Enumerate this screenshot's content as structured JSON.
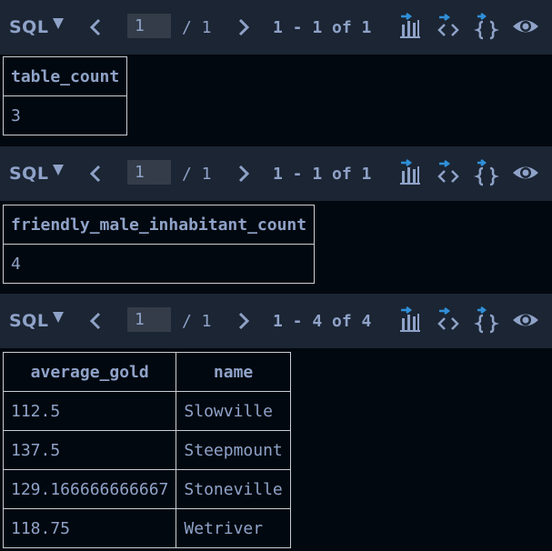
{
  "panels": [
    {
      "toolbar": {
        "sql_label": "SQL",
        "page_value": "1",
        "page_total": "/ 1",
        "range_text": "1 - 1 of 1"
      },
      "table": {
        "headers": [
          "table_count"
        ],
        "rows": [
          [
            "3"
          ]
        ]
      }
    },
    {
      "toolbar": {
        "sql_label": "SQL",
        "page_value": "1",
        "page_total": "/ 1",
        "range_text": "1 - 1 of 1"
      },
      "table": {
        "headers": [
          "friendly_male_inhabitant_count"
        ],
        "rows": [
          [
            "4"
          ]
        ]
      }
    },
    {
      "toolbar": {
        "sql_label": "SQL",
        "page_value": "1",
        "page_total": "/ 1",
        "range_text": "1 - 4 of 4"
      },
      "table": {
        "headers": [
          "average_gold",
          "name"
        ],
        "rows": [
          [
            "112.5",
            "Slowville"
          ],
          [
            "137.5",
            "Steepmount"
          ],
          [
            "129.166666666667",
            "Stoneville"
          ],
          [
            "118.75",
            "Wetriver"
          ]
        ]
      }
    }
  ],
  "icons": {
    "chart": "chart-icon",
    "code": "code-icon",
    "json": "json-icon",
    "view": "eye-icon"
  },
  "colors": {
    "background": "#02080f",
    "toolbar": "#1b2533",
    "text": "#8fa2c8",
    "accent": "#2f8fd8",
    "border": "#c8cdd6"
  }
}
